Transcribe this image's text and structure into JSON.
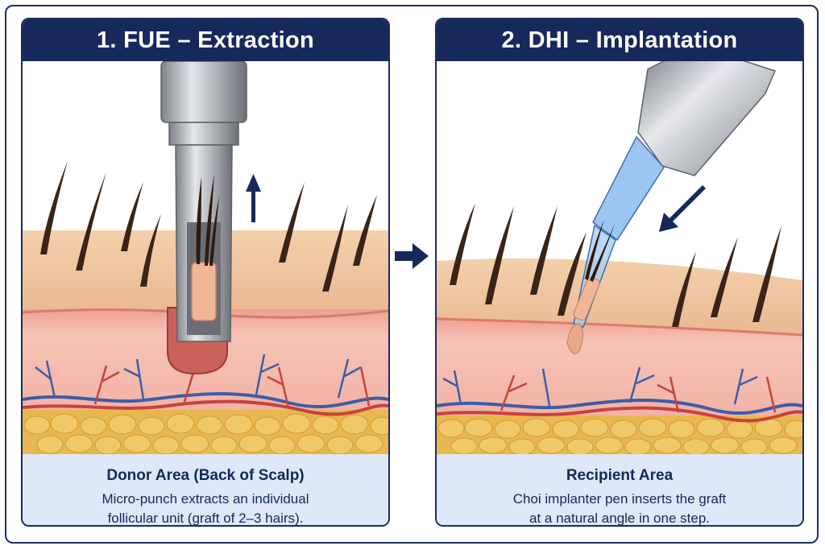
{
  "panels": [
    {
      "title": "1. FUE – Extraction",
      "caption_title": "Donor Area (Back of Scalp)",
      "caption_lines": [
        "Micro-punch extracts an individual",
        "follicular unit (graft of 2–3 hairs)."
      ]
    },
    {
      "title": "2. DHI – Implantation",
      "caption_title": "Recipient Area",
      "caption_lines": [
        "Choi implanter pen inserts the graft",
        "at a natural angle in one step."
      ]
    }
  ],
  "colors": {
    "header_navy": "#17285a",
    "caption_bg": "#dde9f8",
    "skin_surface": "#f0c9a2",
    "dermis": "#f3b8a9",
    "fat": "#e9b950",
    "artery": "#c9413c",
    "vein": "#3d5da8",
    "hair": "#3a2418",
    "steel": "#a9acb1",
    "implanter_blue": "#6fa6e6"
  },
  "icons": [
    "up-arrow-icon",
    "right-arrow-icon",
    "down-left-arrow-icon"
  ]
}
